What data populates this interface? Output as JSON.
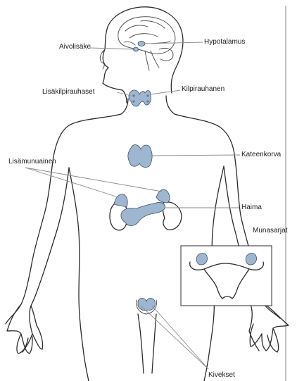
{
  "colors": {
    "outline": "#2b2b2b",
    "gland_fill": "#9fb6d0",
    "leader_line": "#8a8a8a",
    "background": "#ffffff"
  },
  "labels": {
    "pituitary": "Aivolisäke",
    "hypothalamus": "Hypotalamus",
    "parathyroids": "Lisäkilpirauhaset",
    "thyroid": "Kilpirauhanen",
    "thymus": "Kateenkorva",
    "adrenals": "Lisämunuainen",
    "pancreas": "Haima",
    "ovaries": "Munasarjat",
    "testes": "Kivekset"
  }
}
